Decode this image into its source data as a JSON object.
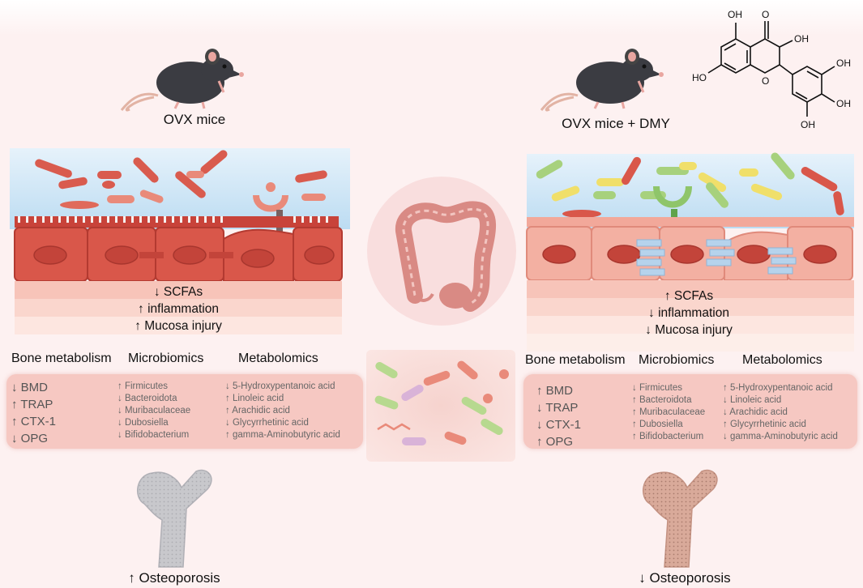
{
  "left": {
    "title": "OVX mice",
    "effects": [
      "↓ SCFAs",
      "↑ inflammation",
      "↑ Mucosa injury"
    ],
    "headers": {
      "bone": "Bone metabolism",
      "micro": "Microbiomics",
      "metab": "Metabolomics"
    },
    "bone_items": [
      "↓ BMD",
      "↑ TRAP",
      "↑ CTX-1",
      "↓ OPG"
    ],
    "micro_items": [
      "↑ Firmicutes",
      "↓ Bacteroidota",
      "↓ Muribaculaceae",
      "↓ Dubosiella",
      "↓ Bifidobacterium"
    ],
    "metab_items": [
      "↓ 5-Hydroxypentanoic acid",
      "↑ Linoleic acid",
      "↑ Arachidic acid",
      "↓ Glycyrrhetinic acid",
      "↑ gamma-Aminobutyric acid"
    ],
    "outcome": "↑ Osteoporosis"
  },
  "right": {
    "title": "OVX  mice + DMY",
    "effects": [
      "↑ SCFAs",
      "↓ inflammation",
      "↓ Mucosa injury"
    ],
    "headers": {
      "bone": "Bone metabolism",
      "micro": "Microbiomics",
      "metab": "Metabolomics"
    },
    "bone_items": [
      "↑ BMD",
      "↓ TRAP",
      "↓ CTX-1",
      "↑ OPG"
    ],
    "micro_items": [
      "↓ Firmicutes",
      "↑ Bacteroidota",
      "↑ Muribaculaceae",
      "↑ Dubosiella",
      "↑ Bifidobacterium"
    ],
    "metab_items": [
      "↑ 5-Hydroxypentanoic acid",
      "↓ Linoleic acid",
      "↓ Arachidic acid",
      "↑ Glycyrrhetinic acid",
      "↓ gamma-Aminobutyric acid"
    ],
    "outcome": "↓ Osteoporosis"
  },
  "molecule": {
    "labels": [
      "OH",
      "O",
      "OH",
      "HO",
      "O",
      "OH",
      "OH",
      "OH"
    ]
  },
  "colors": {
    "cell_dark": "#d9574a",
    "cell_light": "#f1aa9c",
    "box_fill": "#f6c8c2",
    "bone_gray": "#c8c8cc",
    "bone_pink": "#d9aa9a"
  },
  "icons": [
    "mouse-icon",
    "colon-icon",
    "bacteria-icon",
    "femur-icon",
    "molecule-structure"
  ]
}
